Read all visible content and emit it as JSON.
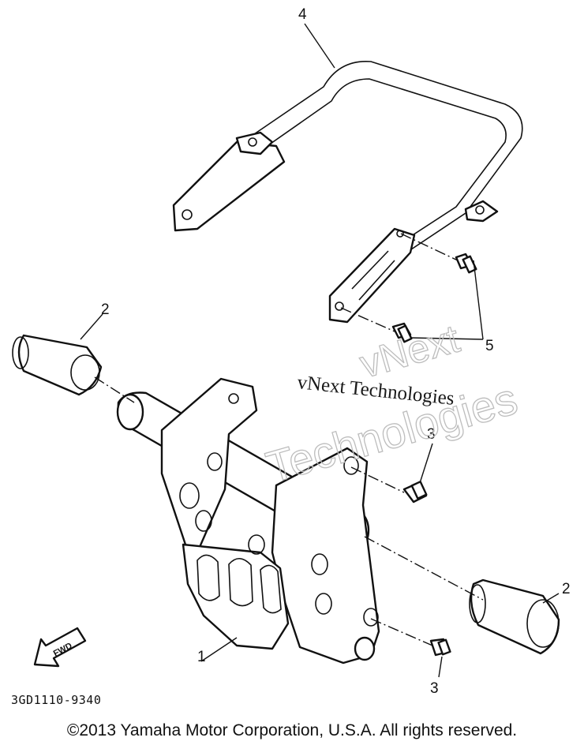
{
  "callouts": {
    "grab_bar": "4",
    "cap_upper_left": "2",
    "cap_lower_right": "2",
    "bolt_group": "5",
    "bolt_upper": "3",
    "bolt_lower": "3",
    "guard": "1"
  },
  "watermark": {
    "outline_top": "vNext",
    "serif_line": "vNext Technologies",
    "outline_bottom": "Technologies"
  },
  "direction_label": "FWD",
  "diagram_code": "3GD1110-9340",
  "copyright": "©2013 Yamaha Motor Corporation, U.S.A. All rights reserved."
}
